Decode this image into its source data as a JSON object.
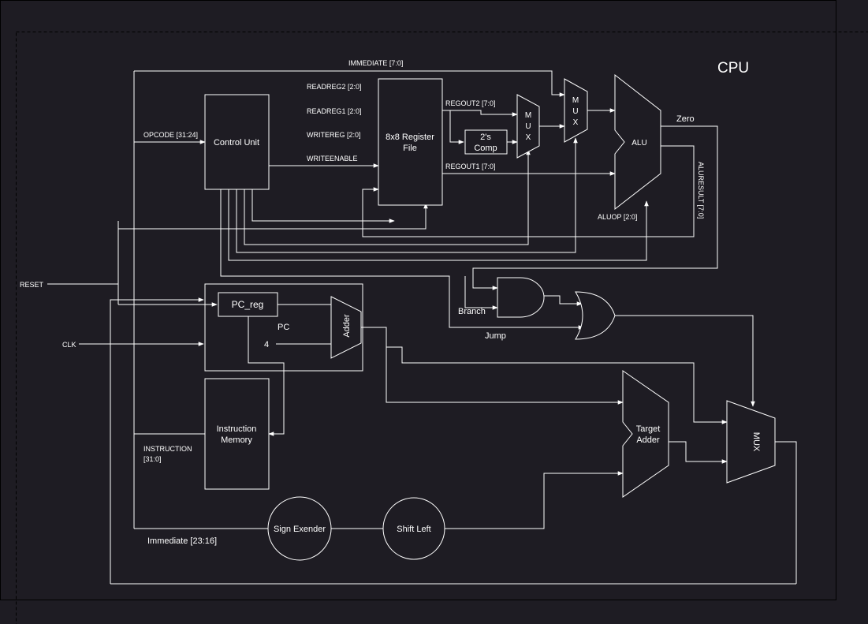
{
  "title": "CPU",
  "blocks": {
    "control_unit": "Control Unit",
    "register_file_line1": "8x8 Register",
    "register_file_line2": "File",
    "twos_comp_line1": "2's",
    "twos_comp_line2": "Comp",
    "mux1": [
      "M",
      "U",
      "X"
    ],
    "mux2": [
      "M",
      "U",
      "X"
    ],
    "alu": "ALU",
    "pc_reg": "PC_reg",
    "pc_adder": "Adder",
    "instr_mem_line1": "Instruction",
    "instr_mem_line2": "Memory",
    "sign_extender": "Sign Exender",
    "shift_left": "Shift Left",
    "target_adder_line1": "Target",
    "target_adder_line2": "Adder",
    "pc_mux": "MUX"
  },
  "labels": {
    "immediate_top": "IMMEDIATE [7:0]",
    "readreg2": "READREG2 [2:0]",
    "readreg1": "READREG1 [2:0]",
    "writereg": "WRITEREG [2:0]",
    "writeenable": "WRITEENABLE",
    "opcode": "OPCODE [31:24]",
    "regout2": "REGOUT2 [7:0]",
    "regout1": "REGOUT1 [7:0]",
    "zero": "Zero",
    "aluresult": "ALURESULT [7:0]",
    "aluop": "ALUOP [2:0]",
    "reset": "RESET",
    "clk": "CLK",
    "branch": "Branch",
    "jump": "Jump",
    "pc": "PC",
    "four": "4",
    "instruction_line1": "INSTRUCTION",
    "instruction_line2": "[31:0]",
    "immediate_bottom": "Immediate [23:16]"
  }
}
